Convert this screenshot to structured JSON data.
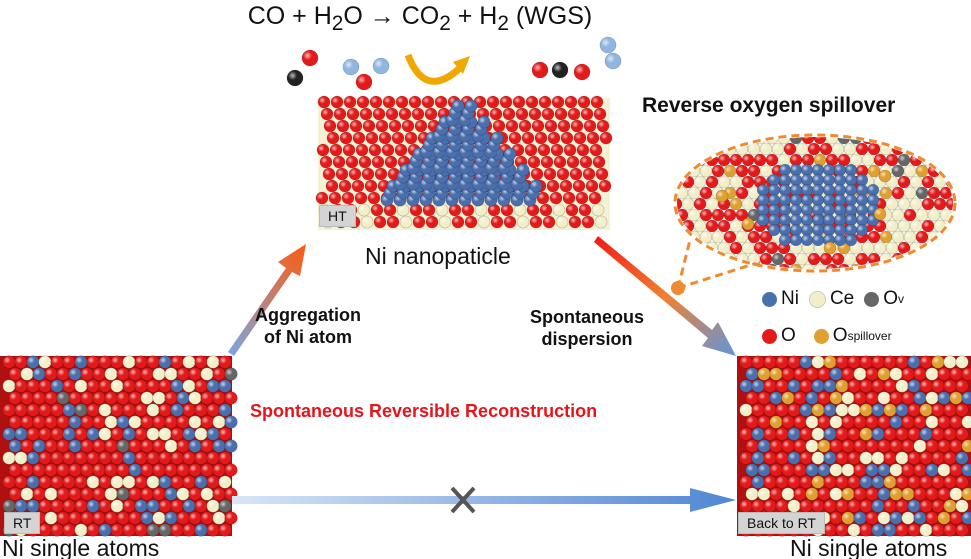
{
  "equation": {
    "lhs": "CO + H",
    "lhs_sub": "2",
    "lhs2": "O → CO",
    "rhs_sub": "2",
    "rhs": " + H",
    "rhs_sub2": "2",
    "tail": " (WGS)"
  },
  "center_panel": {
    "tag": "HT",
    "caption": "Ni nanopaticle"
  },
  "left_panel": {
    "tag": "RT",
    "caption": "Ni single atoms"
  },
  "right_panel": {
    "tag": "Back to RT",
    "caption": "Ni single atoms"
  },
  "left_arrow_label": "Aggregation of Ni atom",
  "left_arrow_label_lines": [
    "Aggregation",
    "of Ni atom"
  ],
  "right_arrow_label_lines": [
    "Spontaneous",
    "dispersion"
  ],
  "center_text": "Spontaneous Reversible Reconstruction",
  "inset_title": "Reverse oxygen spillover",
  "legend": [
    {
      "label": "Ni",
      "sub": "",
      "color": "#4a6fae"
    },
    {
      "label": "Ce",
      "sub": "",
      "color": "#f2efc8"
    },
    {
      "label": "O",
      "sub": "v",
      "color": "#666666"
    },
    {
      "label": "O",
      "sub": "",
      "color": "#e41a1a"
    },
    {
      "label": "O",
      "sub": "spillover",
      "color": "#e0a030"
    }
  ],
  "colors": {
    "ni": "#4a6fae",
    "ce": "#f2efc8",
    "o": "#e41a1a",
    "ov": "#666666",
    "ospill": "#e0a030",
    "c": "#222222",
    "h": "#8fb6e0",
    "accent_red": "#e8141b",
    "arrow_orange": "#f0a800",
    "dash_orange": "#f08a30"
  }
}
